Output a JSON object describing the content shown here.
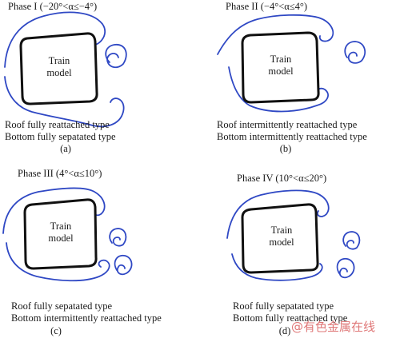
{
  "figure": {
    "panels": [
      {
        "id": "a",
        "title": "Phase I (−20°<α≤−4°)",
        "body_line1": "Train",
        "body_line2": "model",
        "caption_line1": "Roof fully reattached type",
        "caption_line2": "Bottom fully sepatated type",
        "letter": "(a)"
      },
      {
        "id": "b",
        "title": "Phase II (−4°<α≤4°)",
        "body_line1": "Train",
        "body_line2": "model",
        "caption_line1": "Roof intermittently reattached type",
        "caption_line2": "Bottom intermittently reattached type",
        "letter": "(b)"
      },
      {
        "id": "c",
        "title": "Phase III (4°<α≤10°)",
        "body_line1": "Train",
        "body_line2": "model",
        "caption_line1": "Roof fully sepatated type",
        "caption_line2": "Bottom intermittently reattached type",
        "letter": "(c)"
      },
      {
        "id": "d",
        "title": "Phase IV (10°<α≤20°)",
        "body_line1": "Train",
        "body_line2": "model",
        "caption_line1": "Roof fully sepatated type",
        "caption_line2": "Bottom fully reattached type",
        "letter": "(d)"
      }
    ],
    "watermark": "@有色金属在线",
    "colors": {
      "flow_lines": "#2f48c4",
      "train_outline": "#111111",
      "watermark": "#d54a4a"
    }
  }
}
